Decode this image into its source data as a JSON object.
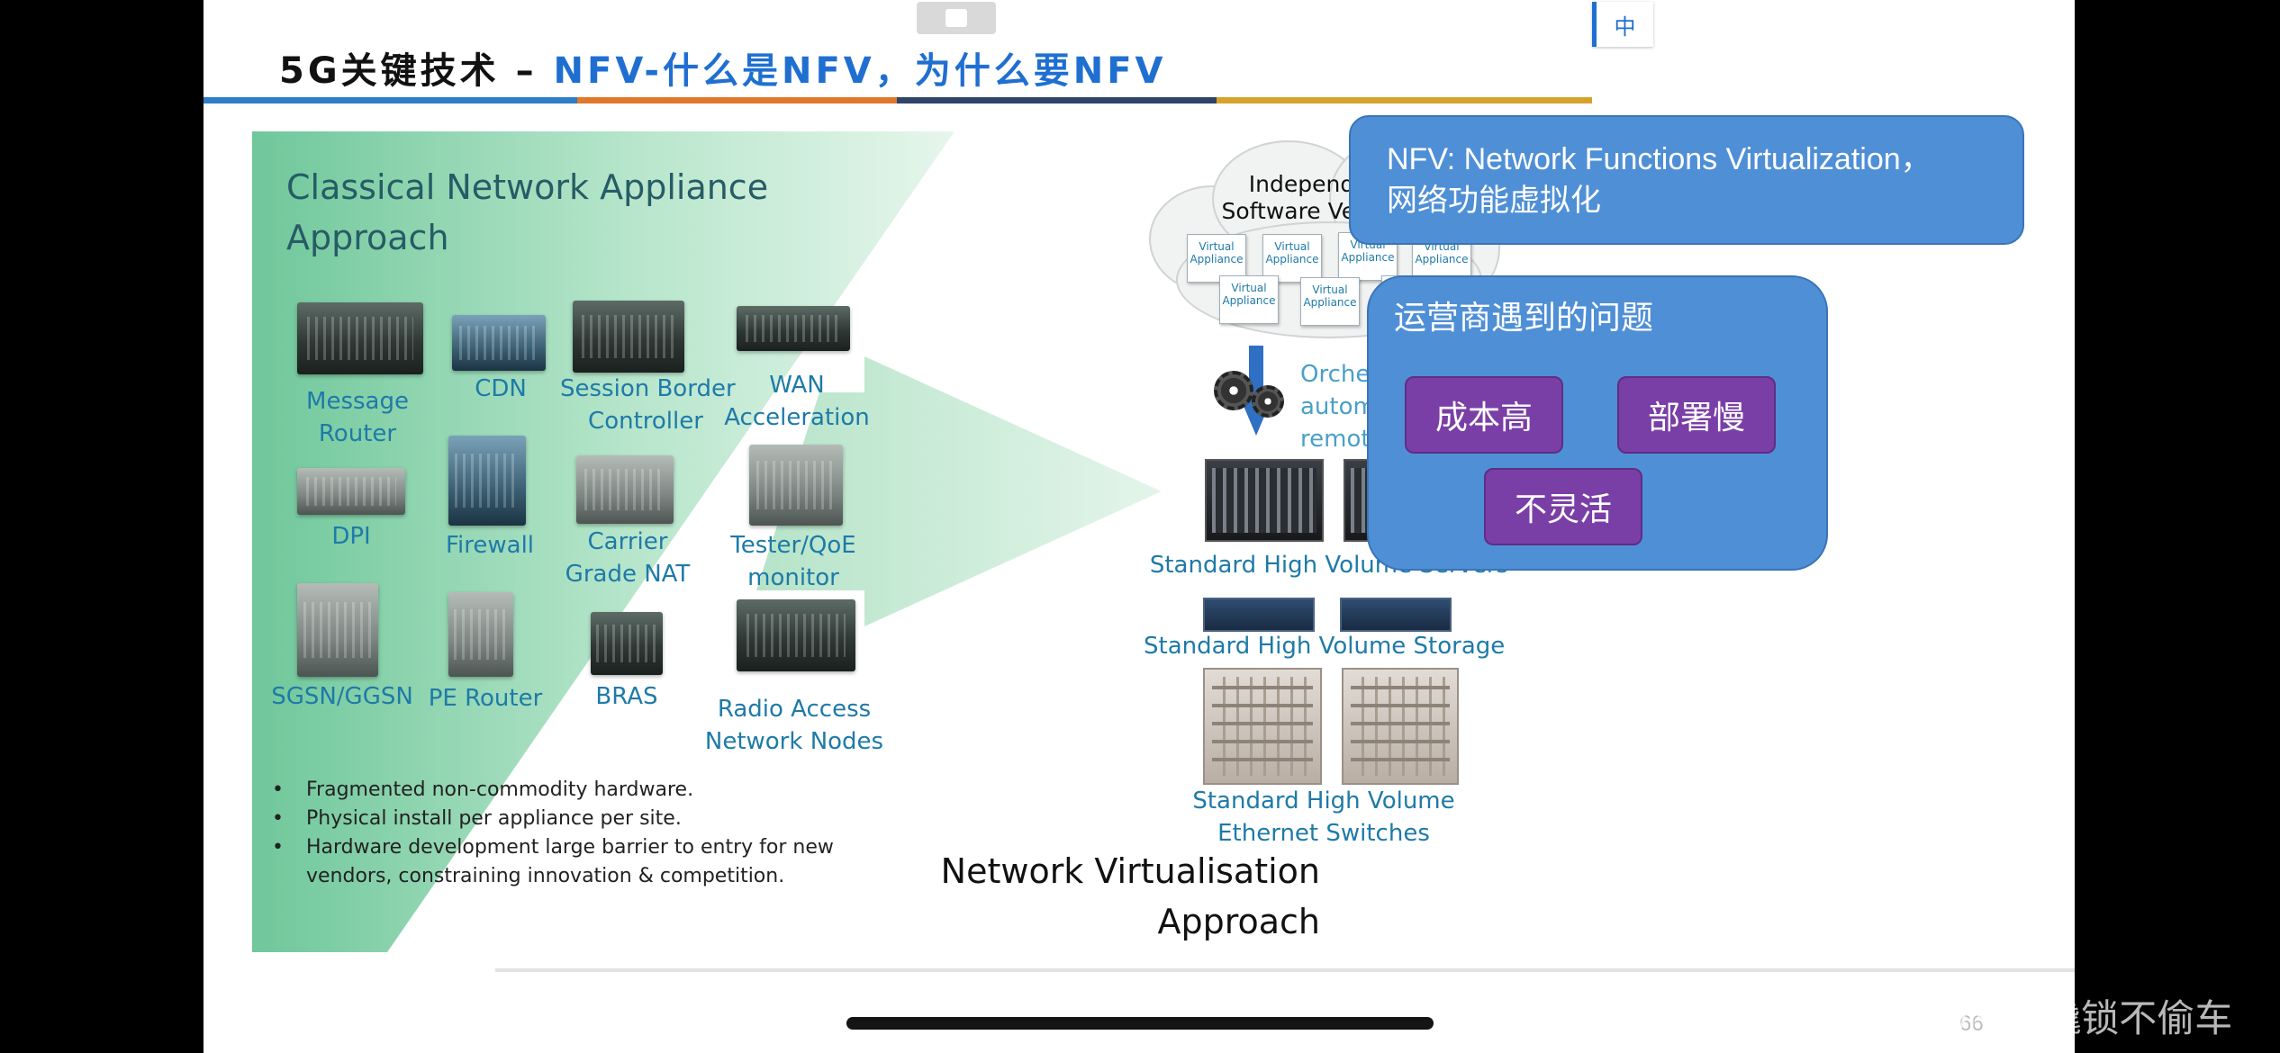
{
  "lang_badge": "中",
  "title": {
    "prefix": "5G关键技术 – ",
    "highlight": "NFV-什么是NFV，为什么要NFV"
  },
  "colors": {
    "title_blue": "#1f6fd1",
    "bar": [
      "#2f7cc8",
      "#e0782b",
      "#2e4368",
      "#d6a22c"
    ],
    "panel_green": "#6fc79a",
    "box_blue": "#4f8fd6",
    "tag_purple": "#7a3fa6"
  },
  "classical": {
    "heading": [
      "Classical Network Appliance",
      "Approach"
    ],
    "devices": [
      {
        "label": [
          "Message",
          "Router"
        ],
        "icon": "message-router-icon"
      },
      {
        "label": [
          "CDN"
        ],
        "icon": "cdn-icon"
      },
      {
        "label": [
          "Session Border",
          "Controller"
        ],
        "icon": "session-border-controller-icon"
      },
      {
        "label": [
          "WAN",
          "Acceleration"
        ],
        "icon": "wan-acceleration-icon"
      },
      {
        "label": [
          "DPI"
        ],
        "icon": "dpi-icon"
      },
      {
        "label": [
          "Firewall"
        ],
        "icon": "firewall-icon"
      },
      {
        "label": [
          "Carrier",
          "Grade NAT"
        ],
        "icon": "carrier-grade-nat-icon"
      },
      {
        "label": [
          "Tester/QoE",
          "monitor"
        ],
        "icon": "tester-qoe-icon"
      },
      {
        "label": [
          "SGSN/GGSN"
        ],
        "icon": "sgsn-ggsn-icon"
      },
      {
        "label": [
          "PE Router"
        ],
        "icon": "pe-router-icon"
      },
      {
        "label": [
          "BRAS"
        ],
        "icon": "bras-icon"
      },
      {
        "label": [
          "Radio Access",
          "Network Nodes"
        ],
        "icon": "radio-access-icon"
      }
    ],
    "bullets": [
      "Fragmented non-commodity hardware.",
      "Physical install per appliance per site.",
      "Hardware development large barrier to entry for new vendors, constraining innovation & competition."
    ]
  },
  "virtual": {
    "cloud_title": [
      "Independent",
      "Software Vendors"
    ],
    "va_label": [
      "Virtual",
      "Appliance"
    ],
    "orchestrated": [
      "Orchestrated,",
      "automatic &",
      "remote install."
    ],
    "servers": "Standard High Volume Servers",
    "storage": "Standard High Volume Storage",
    "switches": [
      "Standard High Volume",
      "Ethernet Switches"
    ],
    "heading": [
      "Network Virtualisation",
      "Approach"
    ]
  },
  "nfv_box": [
    "NFV: Network Functions Virtualization，",
    "网络功能虚拟化"
  ],
  "issues": {
    "title": "运营商遇到的问题",
    "tags": [
      "成本高",
      "部署慢",
      "不灵活"
    ]
  },
  "page_number": "66",
  "watermark": "CSDN @撬锁不偷车"
}
